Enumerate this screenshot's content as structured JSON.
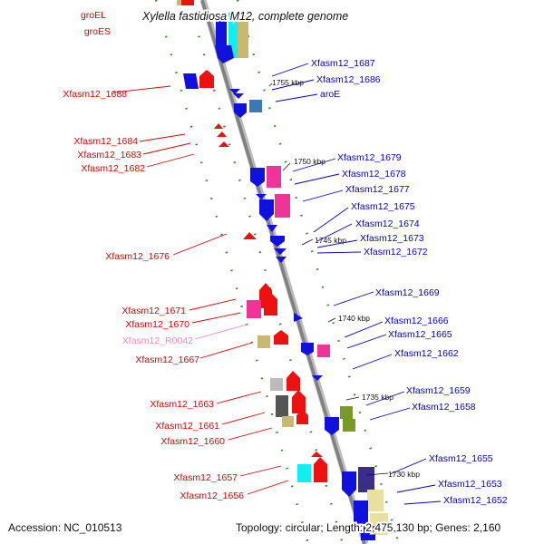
{
  "title": "Xylella fastidiosa M12, complete genome",
  "footer": {
    "accession": "Accession: NC_010513",
    "topology": "Topology: circular; Length: 2,475,130 bp; Genes: 2,160"
  },
  "scale_ticks": [
    "1755 kbp",
    "1750 kbp",
    "1745 kbp",
    "1740 kbp",
    "1735 kbp",
    "1730 kbp"
  ],
  "left_labels": [
    {
      "text": "groEL",
      "color": "#dd0000"
    },
    {
      "text": "groES",
      "color": "#dd0000"
    },
    {
      "text": "Xfasm12_1688",
      "color": "#dd0000"
    },
    {
      "text": "Xfasm12_1684",
      "color": "#dd0000"
    },
    {
      "text": "Xfasm12_1683",
      "color": "#dd0000"
    },
    {
      "text": "Xfasm12_1682",
      "color": "#dd0000"
    },
    {
      "text": "Xfasm12_1676",
      "color": "#dd0000"
    },
    {
      "text": "Xfasm12_1671",
      "color": "#dd0000"
    },
    {
      "text": "Xfasm12_1670",
      "color": "#dd0000"
    },
    {
      "text": "Xfasm12_R0042",
      "color": "#ee88bb"
    },
    {
      "text": "Xfasm12_1667",
      "color": "#dd0000"
    },
    {
      "text": "Xfasm12_1663",
      "color": "#dd0000"
    },
    {
      "text": "Xfasm12_1661",
      "color": "#dd0000"
    },
    {
      "text": "Xfasm12_1660",
      "color": "#dd0000"
    },
    {
      "text": "Xfasm12_1657",
      "color": "#dd0000"
    },
    {
      "text": "Xfasm12_1656",
      "color": "#dd0000"
    }
  ],
  "right_labels": [
    {
      "text": "Xfasm12_1687",
      "color": "#0000cc"
    },
    {
      "text": "Xfasm12_1686",
      "color": "#0000cc"
    },
    {
      "text": "aroE",
      "color": "#0000cc"
    },
    {
      "text": "Xfasm12_1679",
      "color": "#0000cc"
    },
    {
      "text": "Xfasm12_1678",
      "color": "#0000cc"
    },
    {
      "text": "Xfasm12_1677",
      "color": "#0000cc"
    },
    {
      "text": "Xfasm12_1675",
      "color": "#0000cc"
    },
    {
      "text": "Xfasm12_1674",
      "color": "#0000cc"
    },
    {
      "text": "Xfasm12_1673",
      "color": "#0000cc"
    },
    {
      "text": "Xfasm12_1672",
      "color": "#0000cc"
    },
    {
      "text": "Xfasm12_1669",
      "color": "#0000cc"
    },
    {
      "text": "Xfasm12_1666",
      "color": "#0000cc"
    },
    {
      "text": "Xfasm12_1665",
      "color": "#0000cc"
    },
    {
      "text": "Xfasm12_1662",
      "color": "#0000cc"
    },
    {
      "text": "Xfasm12_1659",
      "color": "#0000cc"
    },
    {
      "text": "Xfasm12_1658",
      "color": "#0000cc"
    },
    {
      "text": "Xfasm12_1655",
      "color": "#0000cc"
    },
    {
      "text": "Xfasm12_1653",
      "color": "#0000cc"
    },
    {
      "text": "Xfasm12_1652",
      "color": "#0000cc"
    }
  ],
  "colors": {
    "backbone": "#8c8c8c",
    "dots": "#2e8b22",
    "forward_red": "#ee1111",
    "reverse_blue": "#1111dd",
    "pink": "#ee3399",
    "cyan": "#11eeee",
    "khaki": "#c8b870",
    "olive": "#7a9a28",
    "purple": "#3a2f88",
    "grey": "#aaaaaa",
    "dark_grey": "#555555",
    "steel": "#3a78b8"
  }
}
